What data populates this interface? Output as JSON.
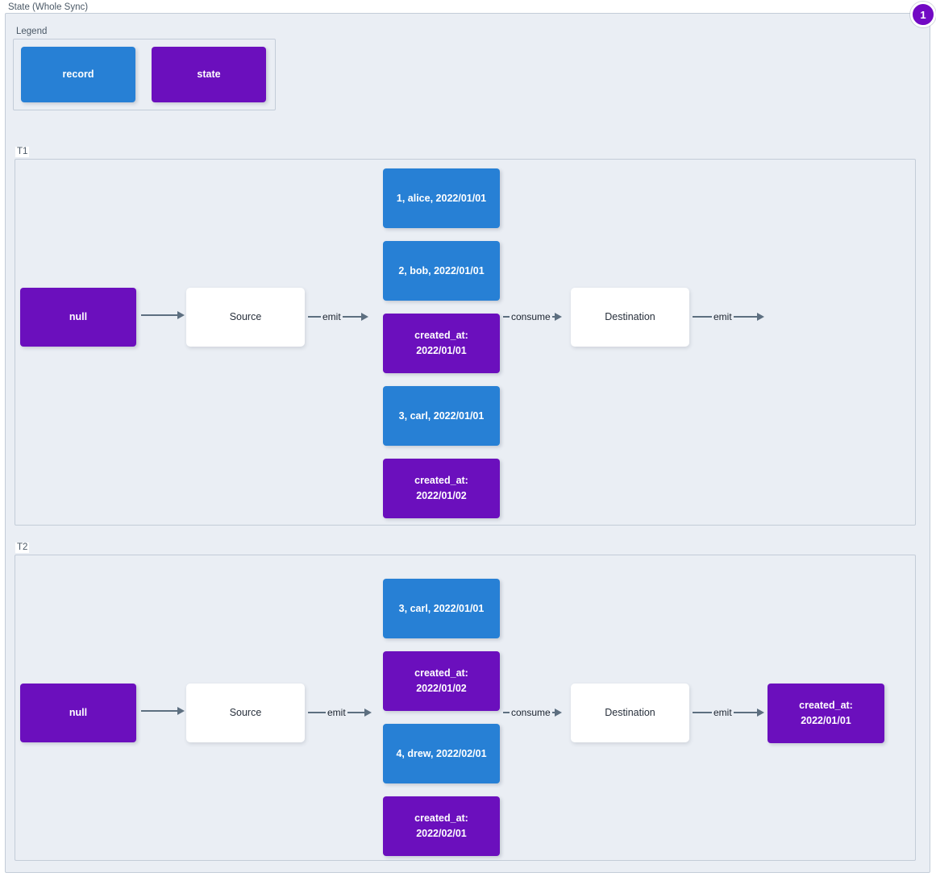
{
  "diagram": {
    "title": "State (Whole Sync)",
    "badge": "1",
    "colors": {
      "record": "#2780d5",
      "state": "#6b0fbd",
      "plain": "#ffffff",
      "background": "#eaeef4",
      "edge": "#5d6f80",
      "border": "#c3ccd8",
      "badge": "#7209c4"
    }
  },
  "legend": {
    "title": "Legend",
    "items": [
      {
        "label": "record",
        "kind": "record"
      },
      {
        "label": "state",
        "kind": "state"
      }
    ]
  },
  "sections": [
    {
      "label": "T1",
      "nodes": {
        "initial_state": "null",
        "source": "Source",
        "destination": "Destination",
        "final_state": ""
      },
      "edges": {
        "state_to_source": "",
        "source_emit": "emit",
        "destination_consume": "consume",
        "destination_emit": "emit"
      },
      "stream": [
        {
          "kind": "record",
          "label": "1, alice, 2022/01/01"
        },
        {
          "kind": "record",
          "label": "2, bob, 2022/01/01"
        },
        {
          "kind": "state",
          "label": "created_at:\n2022/01/01"
        },
        {
          "kind": "record",
          "label": "3, carl, 2022/01/01"
        },
        {
          "kind": "state",
          "label": "created_at:\n2022/01/02"
        }
      ]
    },
    {
      "label": "T2",
      "nodes": {
        "initial_state": "null",
        "source": "Source",
        "destination": "Destination",
        "final_state": "created_at:\n2022/01/01"
      },
      "edges": {
        "state_to_source": "",
        "source_emit": "emit",
        "destination_consume": "consume",
        "destination_emit": "emit"
      },
      "stream": [
        {
          "kind": "record",
          "label": "3, carl, 2022/01/01"
        },
        {
          "kind": "state",
          "label": "created_at:\n2022/01/02"
        },
        {
          "kind": "record",
          "label": "4, drew, 2022/02/01"
        },
        {
          "kind": "state",
          "label": "created_at:\n2022/02/01"
        }
      ]
    }
  ]
}
